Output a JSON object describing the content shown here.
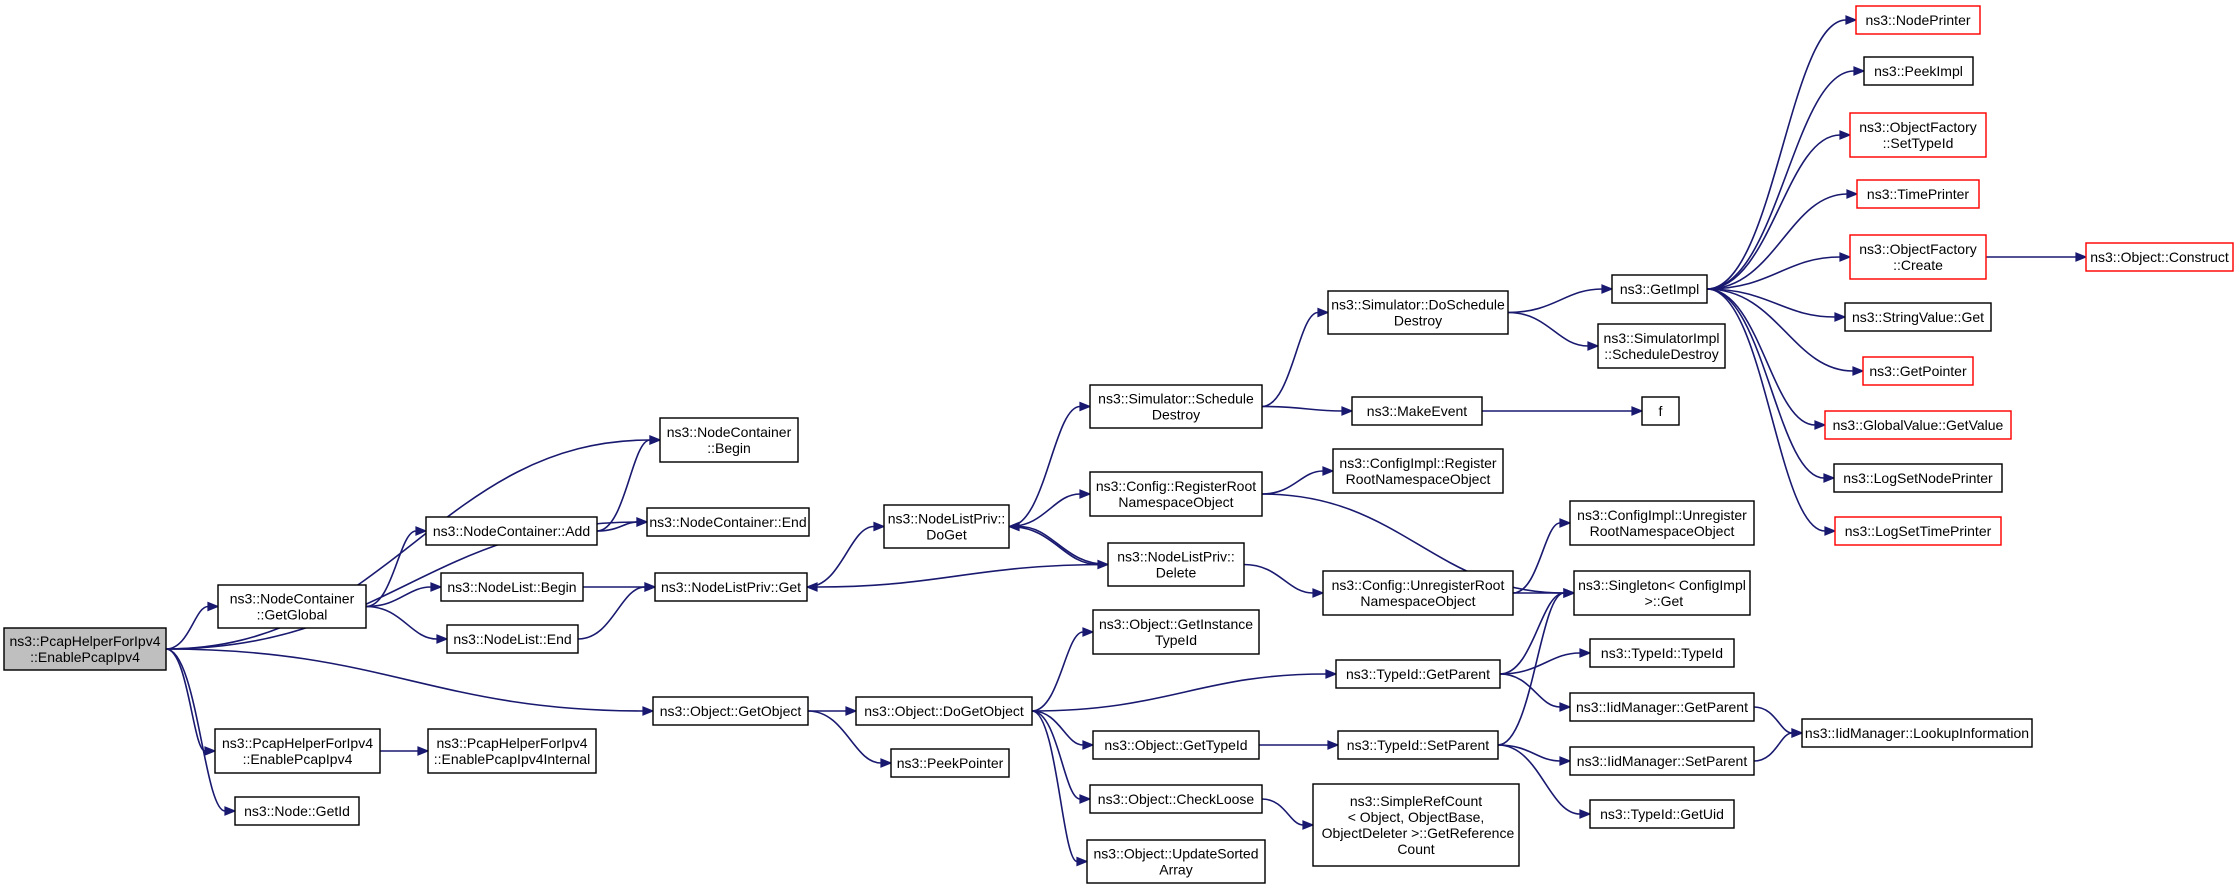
{
  "diagram": {
    "nodes": [
      {
        "id": "root",
        "lines": [
          "ns3::PcapHelperForIpv4",
          "::EnablePcapIpv4"
        ],
        "style": "root"
      },
      {
        "id": "nc_begin",
        "lines": [
          "ns3::NodeContainer",
          "::Begin"
        ],
        "style": "normal"
      },
      {
        "id": "nc_end",
        "lines": [
          "ns3::NodeContainer::End"
        ],
        "style": "normal"
      },
      {
        "id": "nc_add",
        "lines": [
          "ns3::NodeContainer::Add"
        ],
        "style": "normal"
      },
      {
        "id": "nc_getglobal",
        "lines": [
          "ns3::NodeContainer",
          "::GetGlobal"
        ],
        "style": "normal"
      },
      {
        "id": "nl_begin",
        "lines": [
          "ns3::NodeList::Begin"
        ],
        "style": "normal"
      },
      {
        "id": "nl_end",
        "lines": [
          "ns3::NodeList::End"
        ],
        "style": "normal"
      },
      {
        "id": "nlp_get",
        "lines": [
          "ns3::NodeListPriv::Get"
        ],
        "style": "normal"
      },
      {
        "id": "nlp_doget",
        "lines": [
          "ns3::NodeListPriv::",
          "DoGet"
        ],
        "style": "normal"
      },
      {
        "id": "nlp_delete",
        "lines": [
          "ns3::NodeListPriv::",
          "Delete"
        ],
        "style": "normal"
      },
      {
        "id": "sim_schedule",
        "lines": [
          "ns3::Simulator::Schedule",
          "Destroy"
        ],
        "style": "normal"
      },
      {
        "id": "sim_doschedule",
        "lines": [
          "ns3::Simulator::DoSchedule",
          "Destroy"
        ],
        "style": "normal"
      },
      {
        "id": "simimpl_sched",
        "lines": [
          "ns3::SimulatorImpl",
          "::ScheduleDestroy"
        ],
        "style": "normal"
      },
      {
        "id": "make_event",
        "lines": [
          "ns3::MakeEvent"
        ],
        "style": "normal"
      },
      {
        "id": "f",
        "lines": [
          "f"
        ],
        "style": "normal"
      },
      {
        "id": "getimpl",
        "lines": [
          "ns3::GetImpl"
        ],
        "style": "normal"
      },
      {
        "id": "nodeprinter",
        "lines": [
          "ns3::NodePrinter"
        ],
        "style": "red"
      },
      {
        "id": "peekimpl",
        "lines": [
          "ns3::PeekImpl"
        ],
        "style": "normal"
      },
      {
        "id": "of_settypeid",
        "lines": [
          "ns3::ObjectFactory",
          "::SetTypeId"
        ],
        "style": "red"
      },
      {
        "id": "timeprinter",
        "lines": [
          "ns3::TimePrinter"
        ],
        "style": "red"
      },
      {
        "id": "of_create",
        "lines": [
          "ns3::ObjectFactory",
          "::Create"
        ],
        "style": "red"
      },
      {
        "id": "obj_construct",
        "lines": [
          "ns3::Object::Construct"
        ],
        "style": "red"
      },
      {
        "id": "stringvalue_get",
        "lines": [
          "ns3::StringValue::Get"
        ],
        "style": "normal"
      },
      {
        "id": "getpointer",
        "lines": [
          "ns3::GetPointer"
        ],
        "style": "red"
      },
      {
        "id": "globalvalue_get",
        "lines": [
          "ns3::GlobalValue::GetValue"
        ],
        "style": "red"
      },
      {
        "id": "logsetnode",
        "lines": [
          "ns3::LogSetNodePrinter"
        ],
        "style": "normal"
      },
      {
        "id": "logsettime",
        "lines": [
          "ns3::LogSetTimePrinter"
        ],
        "style": "red"
      },
      {
        "id": "cfg_register",
        "lines": [
          "ns3::Config::RegisterRoot",
          "NamespaceObject"
        ],
        "style": "normal"
      },
      {
        "id": "cfgimpl_register",
        "lines": [
          "ns3::ConfigImpl::Register",
          "RootNamespaceObject"
        ],
        "style": "normal"
      },
      {
        "id": "cfg_unregister",
        "lines": [
          "ns3::Config::UnregisterRoot",
          "NamespaceObject"
        ],
        "style": "normal"
      },
      {
        "id": "cfgimpl_unregister",
        "lines": [
          "ns3::ConfigImpl::Unregister",
          "RootNamespaceObject"
        ],
        "style": "normal"
      },
      {
        "id": "singleton_get",
        "lines": [
          "ns3::Singleton< ConfigImpl",
          " >::Get"
        ],
        "style": "normal"
      },
      {
        "id": "obj_getinstance",
        "lines": [
          "ns3::Object::GetInstance",
          "TypeId"
        ],
        "style": "normal"
      },
      {
        "id": "obj_getobject",
        "lines": [
          "ns3::Object::GetObject"
        ],
        "style": "normal"
      },
      {
        "id": "obj_dogetobject",
        "lines": [
          "ns3::Object::DoGetObject"
        ],
        "style": "normal"
      },
      {
        "id": "peekpointer",
        "lines": [
          "ns3::PeekPointer"
        ],
        "style": "normal"
      },
      {
        "id": "obj_gettypeid",
        "lines": [
          "ns3::Object::GetTypeId"
        ],
        "style": "normal"
      },
      {
        "id": "obj_checkloose",
        "lines": [
          "ns3::Object::CheckLoose"
        ],
        "style": "normal"
      },
      {
        "id": "obj_updatesorted",
        "lines": [
          "ns3::Object::UpdateSorted",
          "Array"
        ],
        "style": "normal"
      },
      {
        "id": "typeid_getparent",
        "lines": [
          "ns3::TypeId::GetParent"
        ],
        "style": "normal"
      },
      {
        "id": "typeid_typeid",
        "lines": [
          "ns3::TypeId::TypeId"
        ],
        "style": "normal"
      },
      {
        "id": "iid_getparent",
        "lines": [
          "ns3::IidManager::GetParent"
        ],
        "style": "normal"
      },
      {
        "id": "iid_lookup",
        "lines": [
          "ns3::IidManager::LookupInformation"
        ],
        "style": "normal"
      },
      {
        "id": "typeid_setparent",
        "lines": [
          "ns3::TypeId::SetParent"
        ],
        "style": "normal"
      },
      {
        "id": "iid_setparent",
        "lines": [
          "ns3::IidManager::SetParent"
        ],
        "style": "normal"
      },
      {
        "id": "typeid_getuid",
        "lines": [
          "ns3::TypeId::GetUid"
        ],
        "style": "normal"
      },
      {
        "id": "simplerefcount",
        "lines": [
          "ns3::SimpleRefCount",
          "< Object, ObjectBase,",
          " ObjectDeleter >::GetReference",
          "Count"
        ],
        "style": "normal"
      },
      {
        "id": "ph_enable",
        "lines": [
          "ns3::PcapHelperForIpv4",
          "::EnablePcapIpv4"
        ],
        "style": "normal"
      },
      {
        "id": "ph_enable_internal",
        "lines": [
          "ns3::PcapHelperForIpv4",
          "::EnablePcapIpv4Internal"
        ],
        "style": "normal"
      },
      {
        "id": "node_getid",
        "lines": [
          "ns3::Node::GetId"
        ],
        "style": "normal"
      }
    ],
    "edges": [
      [
        "root",
        "nc_begin"
      ],
      [
        "root",
        "nc_end"
      ],
      [
        "root",
        "nc_getglobal"
      ],
      [
        "root",
        "obj_getobject"
      ],
      [
        "root",
        "ph_enable"
      ],
      [
        "root",
        "node_getid"
      ],
      [
        "nc_getglobal",
        "nc_add"
      ],
      [
        "nc_getglobal",
        "nl_begin"
      ],
      [
        "nc_getglobal",
        "nl_end"
      ],
      [
        "nc_add",
        "nc_begin"
      ],
      [
        "nc_add",
        "nc_end"
      ],
      [
        "nl_begin",
        "nlp_get"
      ],
      [
        "nl_end",
        "nlp_get"
      ],
      [
        "nlp_get",
        "nlp_doget"
      ],
      [
        "nlp_doget",
        "sim_schedule"
      ],
      [
        "nlp_doget",
        "cfg_register"
      ],
      [
        "nlp_doget",
        "nlp_delete"
      ],
      [
        "nlp_delete",
        "nlp_doget"
      ],
      [
        "nlp_delete",
        "nlp_get"
      ],
      [
        "nlp_delete",
        "cfg_unregister"
      ],
      [
        "sim_schedule",
        "sim_doschedule"
      ],
      [
        "sim_schedule",
        "make_event"
      ],
      [
        "sim_doschedule",
        "getimpl"
      ],
      [
        "sim_doschedule",
        "simimpl_sched"
      ],
      [
        "make_event",
        "f"
      ],
      [
        "getimpl",
        "nodeprinter"
      ],
      [
        "getimpl",
        "peekimpl"
      ],
      [
        "getimpl",
        "of_settypeid"
      ],
      [
        "getimpl",
        "timeprinter"
      ],
      [
        "getimpl",
        "of_create"
      ],
      [
        "getimpl",
        "stringvalue_get"
      ],
      [
        "getimpl",
        "getpointer"
      ],
      [
        "getimpl",
        "globalvalue_get"
      ],
      [
        "getimpl",
        "logsetnode"
      ],
      [
        "getimpl",
        "logsettime"
      ],
      [
        "of_create",
        "obj_construct"
      ],
      [
        "cfg_register",
        "cfgimpl_register"
      ],
      [
        "cfg_register",
        "singleton_get"
      ],
      [
        "cfg_unregister",
        "cfgimpl_unregister"
      ],
      [
        "cfg_unregister",
        "singleton_get"
      ],
      [
        "obj_getobject",
        "obj_dogetobject"
      ],
      [
        "obj_getobject",
        "peekpointer"
      ],
      [
        "obj_dogetobject",
        "obj_getinstance"
      ],
      [
        "obj_dogetobject",
        "typeid_getparent"
      ],
      [
        "obj_dogetobject",
        "obj_gettypeid"
      ],
      [
        "obj_dogetobject",
        "obj_checkloose"
      ],
      [
        "obj_dogetobject",
        "obj_updatesorted"
      ],
      [
        "typeid_getparent",
        "singleton_get"
      ],
      [
        "typeid_getparent",
        "typeid_typeid"
      ],
      [
        "typeid_getparent",
        "iid_getparent"
      ],
      [
        "iid_getparent",
        "iid_lookup"
      ],
      [
        "obj_gettypeid",
        "typeid_setparent"
      ],
      [
        "typeid_setparent",
        "singleton_get"
      ],
      [
        "typeid_setparent",
        "iid_setparent"
      ],
      [
        "typeid_setparent",
        "typeid_getuid"
      ],
      [
        "iid_setparent",
        "iid_lookup"
      ],
      [
        "obj_checkloose",
        "simplerefcount"
      ],
      [
        "ph_enable",
        "ph_enable_internal"
      ]
    ]
  }
}
